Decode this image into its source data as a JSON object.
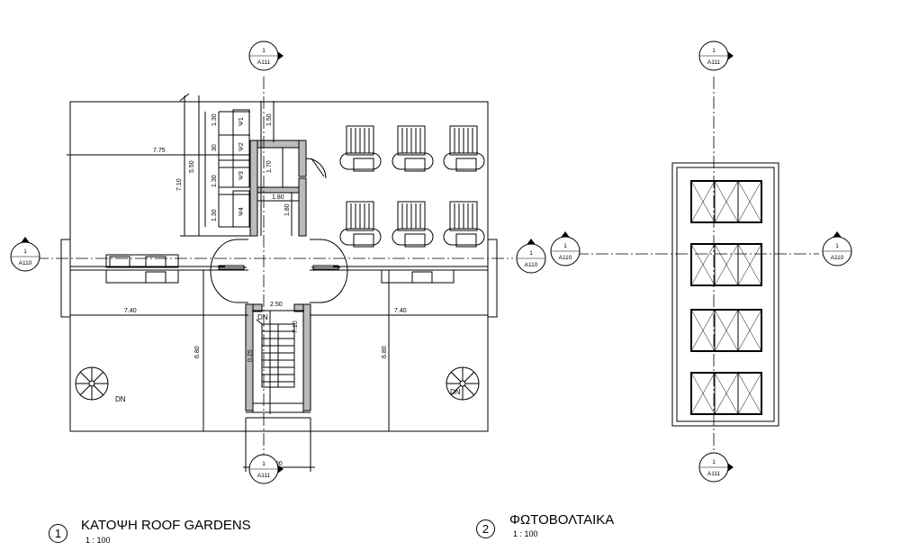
{
  "views": [
    {
      "number": "1",
      "title": "ΚΑΤΟΨΗ ROOF GARDENS",
      "scale": "1 : 100"
    },
    {
      "number": "2",
      "title": "ΦΩΤΟΒΟΛΤΑΙΚΑ",
      "scale": "1 : 100"
    }
  ],
  "section_markers": [
    {
      "number": "1",
      "sheet": "A111"
    },
    {
      "number": "1",
      "sheet": "A111"
    },
    {
      "number": "1",
      "sheet": "A110"
    },
    {
      "number": "1",
      "sheet": "A110"
    },
    {
      "number": "1",
      "sheet": "A110"
    },
    {
      "number": "1",
      "sheet": "A111"
    },
    {
      "number": "1",
      "sheet": "A111"
    },
    {
      "number": "1",
      "sheet": "A110"
    }
  ],
  "dimensions": {
    "top_width": "7.75",
    "top_height": "7.10",
    "stack_total": "5.50",
    "stack_1": "1.30",
    "stack_2": "30",
    "stack_3": "1.30",
    "stack_4": "1.30",
    "shaft_top": "1.50",
    "shaft_height": "1.70",
    "core_width": "1.80",
    "core_height": "1.80",
    "stair_width": "2.50",
    "stair_height": "7.10",
    "left_width": "7.40",
    "right_width": "7.40",
    "left_height": "6.80",
    "right_height": "6.80",
    "stair_mid": "0.25",
    "bottom_width": "3.00"
  },
  "tank_labels": [
    "Ψ1",
    "Ψ2",
    "Ψ3",
    "Ψ4"
  ],
  "stair_labels": {
    "main": "DN",
    "left_spiral": "DN",
    "right_spiral": "DN"
  }
}
